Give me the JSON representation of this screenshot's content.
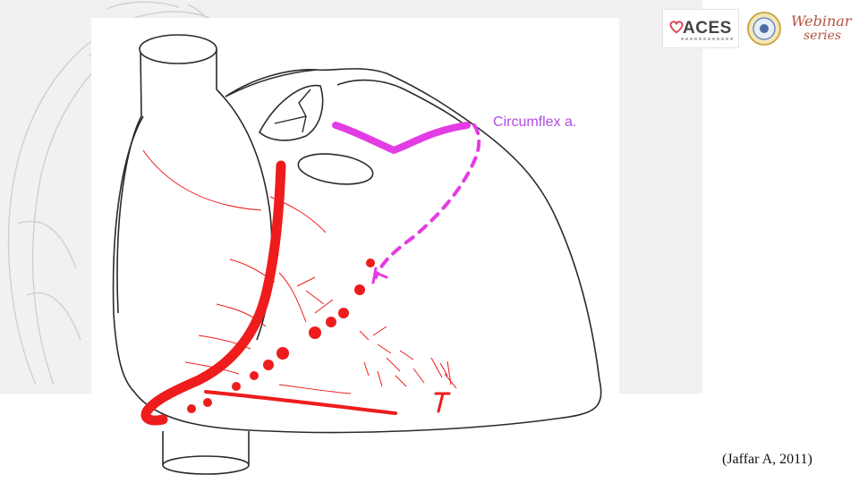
{
  "diagram": {
    "labels": {
      "circumflex": "Circumflex a."
    },
    "colors": {
      "artery_red": "#ee1c1c",
      "circumflex_magenta": "#e43ce4",
      "outline": "#2b2b2b",
      "label_purple": "#b24ee0",
      "background_panel": "#f1f1f1"
    }
  },
  "logos": {
    "aces": {
      "text": "ACES",
      "icon": "heart-icon"
    },
    "seal": {
      "icon": "seal-icon"
    },
    "webinar": {
      "line1": "Webinar",
      "line2": "series"
    }
  },
  "citation": "(Jaffar A, 2011)"
}
